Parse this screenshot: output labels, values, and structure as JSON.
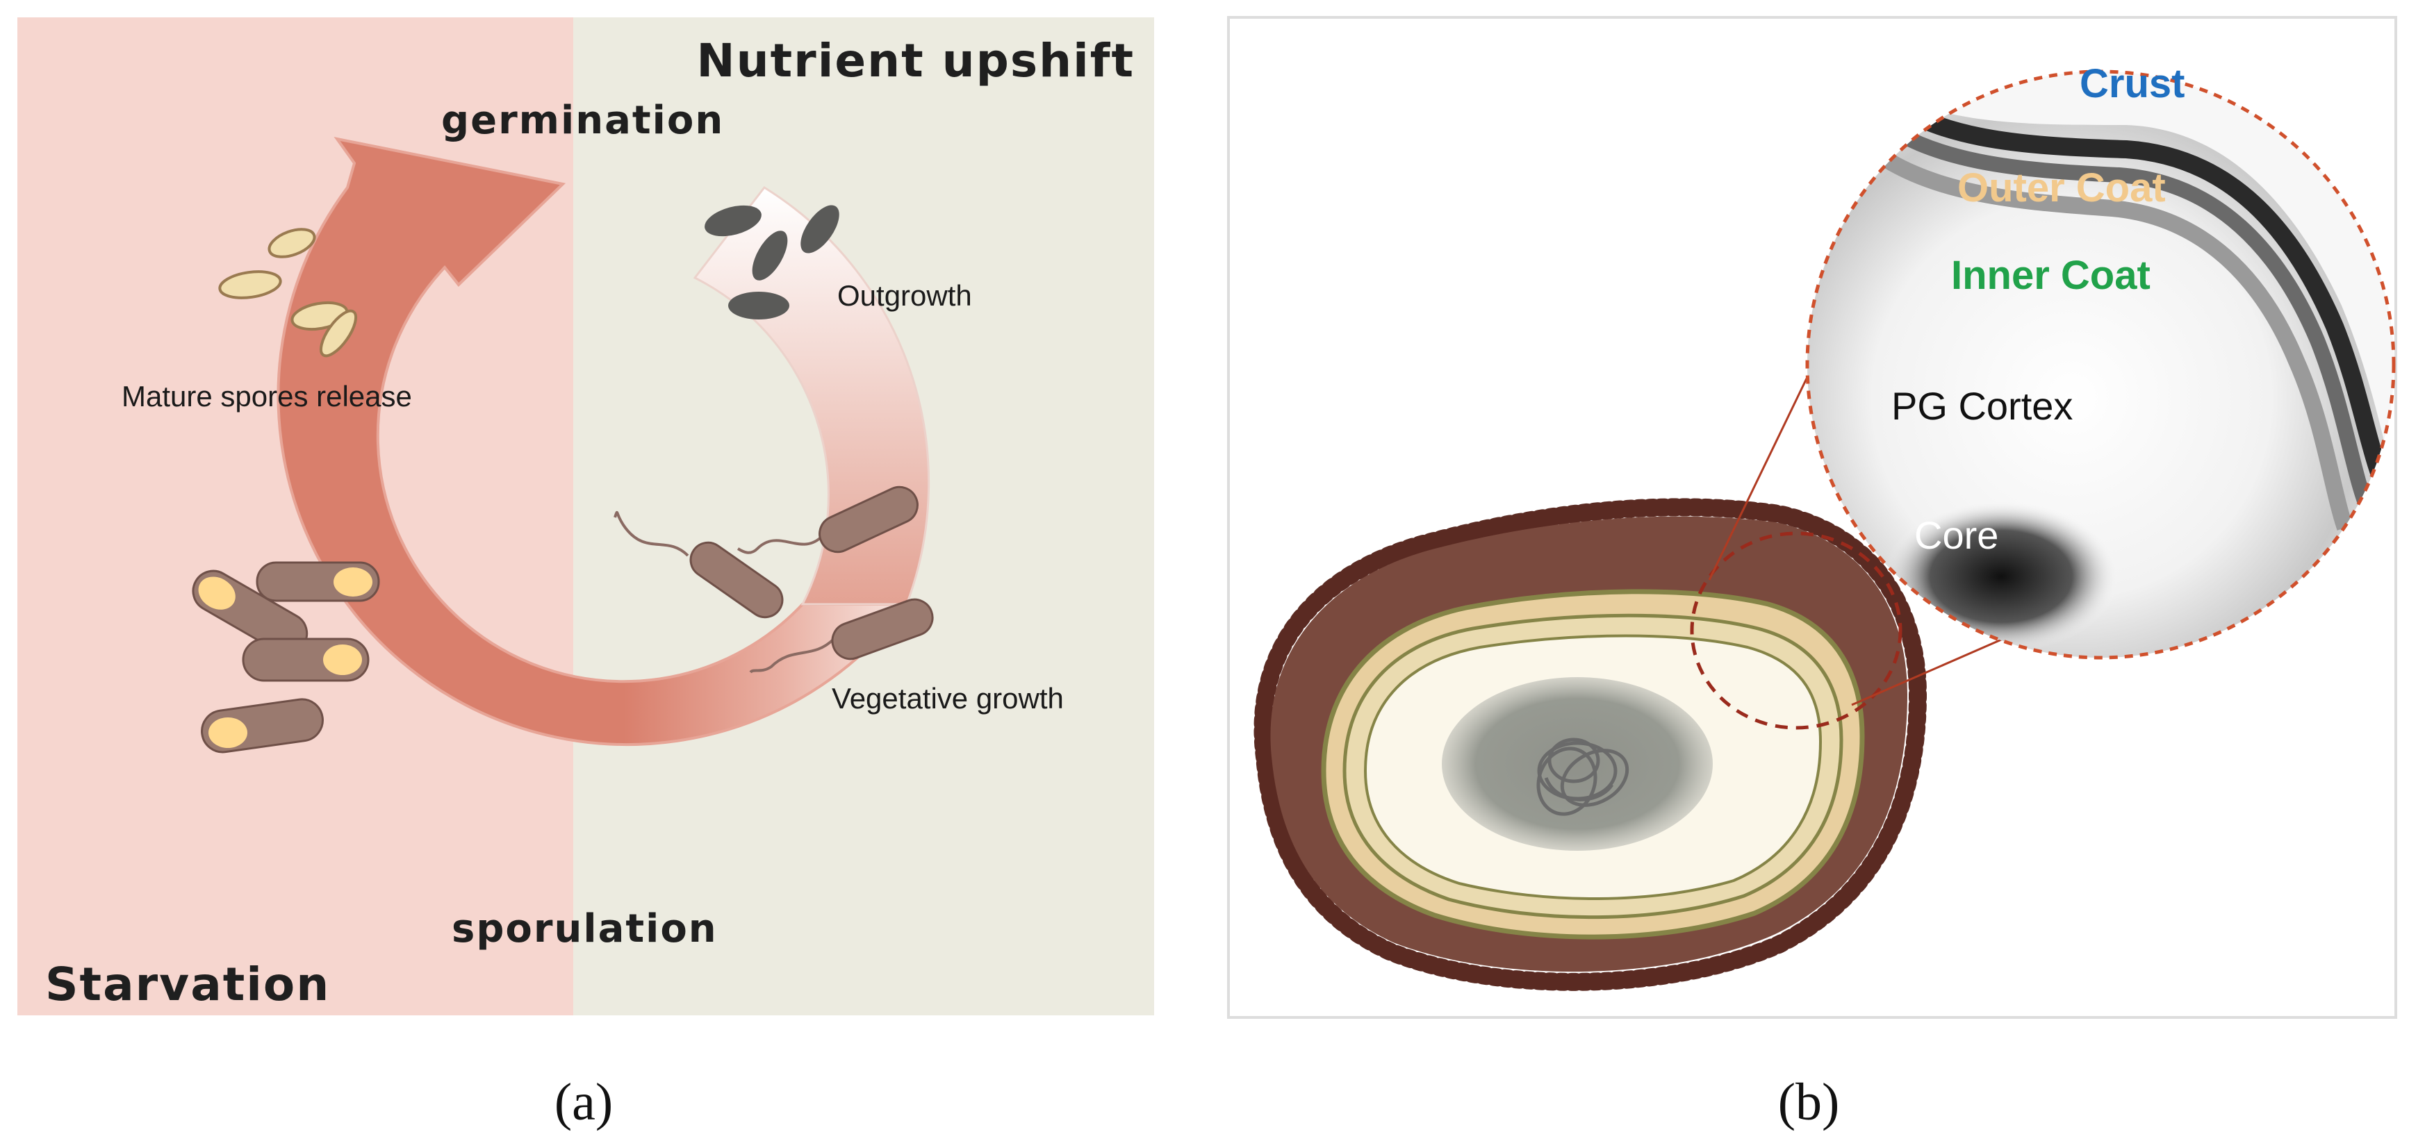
{
  "panel_a": {
    "caption": "(a)",
    "label_nutrient": "Nutrient upshift",
    "label_starvation": "Starvation",
    "label_germination": "germination",
    "label_sporulation": "sporulation",
    "label_outgrowth": "Outgrowth",
    "label_mature": "Mature spores release",
    "label_vegetative": "Vegetative growth",
    "colors": {
      "starvation_bg": "#f6d6cf",
      "nutrient_bg": "#ecebe0",
      "arrow": "#d97f6c",
      "bacterium": "#9a7a6f",
      "spore": "#f1dfae",
      "germinating": "#5a5a58"
    }
  },
  "panel_b": {
    "caption": "(b)",
    "label_crust": "Crust",
    "label_outer_coat": "Outer Coat",
    "label_inner_coat": "Inner Coat",
    "label_cortex": "PG Cortex",
    "label_core": "Core",
    "colors": {
      "crust": "#1f6fc0",
      "outer_coat": "#f2c98c",
      "inner_coat": "#21a24a",
      "spore_brown": "#7a4a3e",
      "zoom_circle": "#d0502c"
    }
  }
}
